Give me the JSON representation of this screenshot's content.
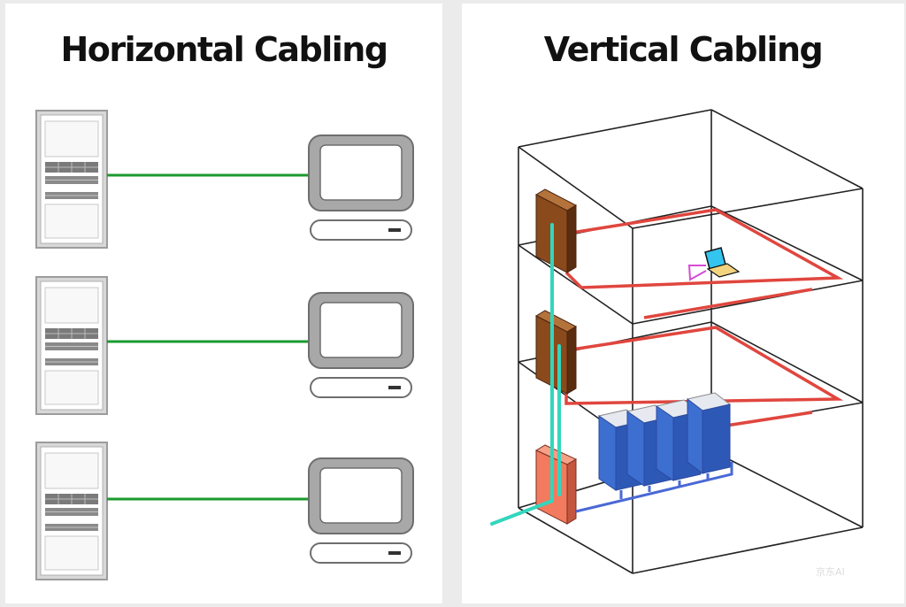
{
  "left_panel": {
    "title": "Horizontal Cabling",
    "rows": 3
  },
  "right_panel": {
    "title": "Vertical Cabling"
  },
  "watermark": {
    "text": "京东AI"
  },
  "colors": {
    "background": "#ebebeb",
    "panel": "#ffffff",
    "horizontal_cable": "#1a9a2e",
    "rack_frame": "#9c9c9c",
    "monitor_frame": "#a4a4a4",
    "floor_cable": "#e0463e",
    "backbone_cable": "#33d6be",
    "telecom_closet": "#8b4a1c",
    "equipment_room": "#f27a5e",
    "server_blue": "#3d6fd1",
    "server_top": "#e6e9ef",
    "ground_cable": "#4a68d6",
    "laptop_screen": "#33c4f0",
    "patch_cord": "#d74ad6"
  }
}
